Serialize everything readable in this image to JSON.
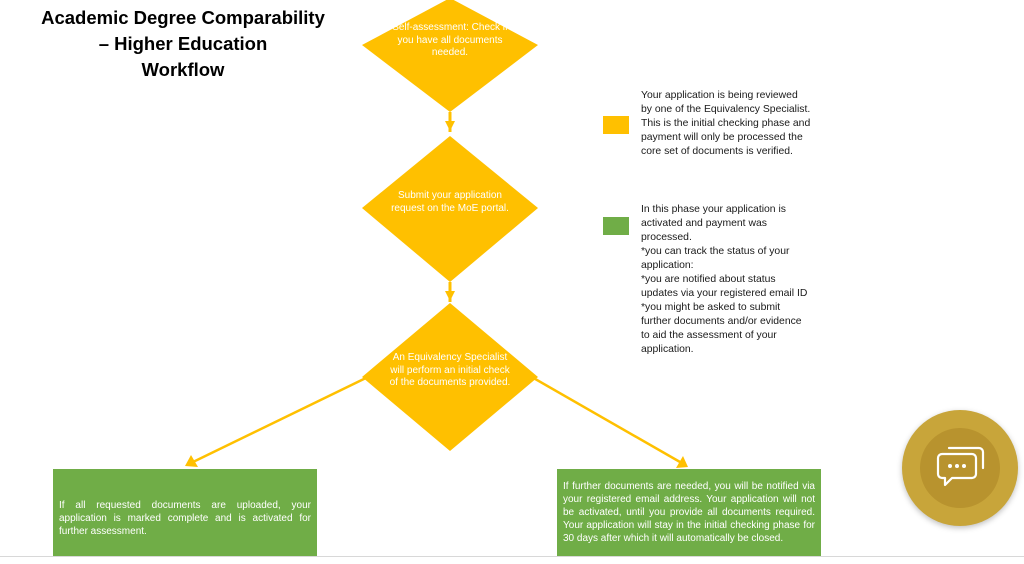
{
  "title": "Academic Degree Comparability\n– Higher Education\nWorkflow",
  "steps": [
    {
      "text": "Self-assessment: Check if you have all documents needed."
    },
    {
      "text": "Submit your application request on the MoE portal."
    },
    {
      "text": "An Equivalency Specialist will perform an initial check of the documents provided."
    }
  ],
  "legend": [
    {
      "color": "#ffc000",
      "lines": [
        "Your application is being reviewed",
        "by one of the Equivalency Specialist.",
        "This is the initial checking phase and",
        "payment will only be processed the",
        "core set of documents is verified."
      ]
    },
    {
      "color": "#70ad47",
      "lines": [
        "In this phase your application is",
        "activated and payment was",
        "processed.",
        "*you can track the status of your",
        "application:",
        "*you are notified about status",
        "updates via your registered email ID",
        "*you might be asked to submit",
        "further documents and/or evidence",
        "to aid the assessment of your",
        "application."
      ]
    }
  ],
  "outcomes": [
    {
      "text": "If all requested documents are uploaded, your application is marked complete and is activated for further assessment."
    },
    {
      "text": "If further documents are needed, you will be notified via your registered email address. Your application will not be activated, until you provide all documents required. Your application will stay in the initial checking phase for 30 days after which it will automatically be closed."
    }
  ],
  "colors": {
    "diamond": "#ffc000",
    "outcome": "#70ad47",
    "chat_button": "#c8a53a"
  },
  "icons": {
    "chat": "chat-bubbles-icon"
  }
}
